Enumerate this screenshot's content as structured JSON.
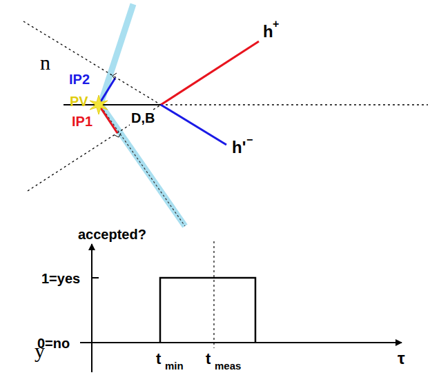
{
  "diagram": {
    "labels": [
      "n",
      "y",
      "h",
      "+",
      "IP2",
      "PV",
      "IP1",
      "D,B",
      "h'",
      "−",
      "accepted?",
      "1=yes",
      "0=no",
      "t",
      "min",
      "t",
      "meas",
      "τ"
    ]
  }
}
